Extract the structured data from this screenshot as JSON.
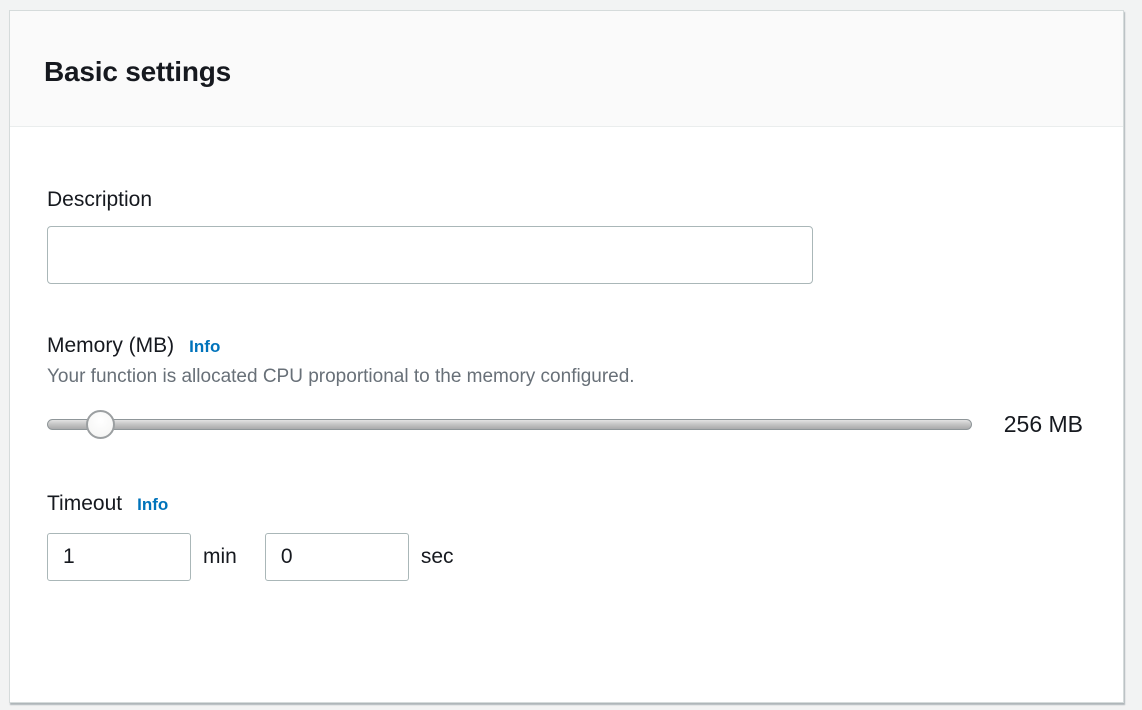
{
  "panel": {
    "title": "Basic settings"
  },
  "description": {
    "label": "Description",
    "value": ""
  },
  "memory": {
    "label": "Memory (MB)",
    "info": "Info",
    "help": "Your function is allocated CPU proportional to the memory configured.",
    "value_label": "256 MB"
  },
  "timeout": {
    "label": "Timeout",
    "info": "Info",
    "minutes": {
      "value": "1",
      "unit": "min"
    },
    "seconds": {
      "value": "0",
      "unit": "sec"
    }
  },
  "colors": {
    "link_accent": "#0073bb",
    "text_primary": "#16191f",
    "text_secondary": "#687078",
    "header_background": "#fafafa",
    "panel_border": "#d5dbdb",
    "input_border": "#aab7b8"
  }
}
